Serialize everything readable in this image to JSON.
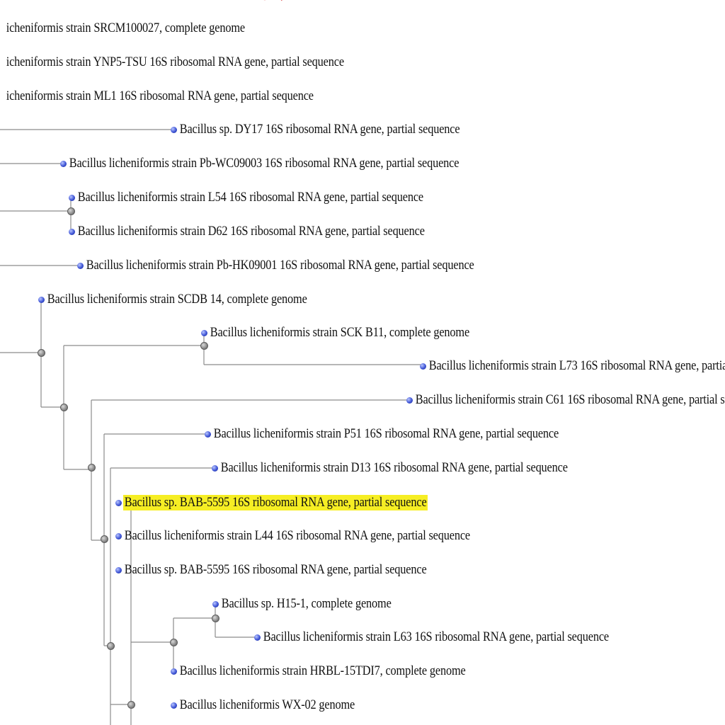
{
  "tree": {
    "line_color": "#8c8c8c",
    "highlight_color": "#f6ee24",
    "leaf_dot_color": "#3f55d6",
    "node_color": "#8a8a8a",
    "leaves": [
      {
        "id": "l0",
        "label": "icheniformis strain SRCM100027, complete genome",
        "cut": true
      },
      {
        "id": "l1",
        "label": "icheniformis strain YNP5-TSU 16S ribosomal RNA gene, partial sequence",
        "cut": true
      },
      {
        "id": "l2",
        "label": "icheniformis strain ML1 16S ribosomal RNA gene, partial sequence",
        "cut": true
      },
      {
        "id": "l3",
        "label": "Bacillus sp. DY17 16S ribosomal RNA gene, partial sequence"
      },
      {
        "id": "l4",
        "label": "Bacillus licheniformis strain Pb-WC09003 16S ribosomal RNA gene, partial sequence"
      },
      {
        "id": "l5",
        "label": "Bacillus licheniformis strain L54 16S ribosomal RNA gene, partial sequence"
      },
      {
        "id": "l6",
        "label": "Bacillus licheniformis strain D62 16S ribosomal RNA gene, partial sequence"
      },
      {
        "id": "l7",
        "label": "Bacillus licheniformis strain Pb-HK09001 16S ribosomal RNA gene, partial sequence"
      },
      {
        "id": "l8",
        "label": "Bacillus licheniformis strain SCDB 14, complete genome"
      },
      {
        "id": "l9",
        "label": "Bacillus licheniformis strain SCK B11, complete genome"
      },
      {
        "id": "l10",
        "label": "Bacillus licheniformis strain L73 16S ribosomal RNA gene, partial"
      },
      {
        "id": "l11",
        "label": "Bacillus licheniformis strain C61 16S ribosomal RNA gene, partial se"
      },
      {
        "id": "l12",
        "label": "Bacillus licheniformis strain P51 16S ribosomal RNA gene, partial sequence"
      },
      {
        "id": "l13",
        "label": "Bacillus licheniformis strain D13 16S ribosomal RNA gene, partial sequence"
      },
      {
        "id": "l14",
        "label": "Bacillus sp. BAB-5595 16S ribosomal RNA gene, partial sequence",
        "highlight": true
      },
      {
        "id": "l15",
        "label": "Bacillus licheniformis strain L44 16S ribosomal RNA gene, partial sequence"
      },
      {
        "id": "l16",
        "label": "Bacillus sp. BAB-5595 16S ribosomal RNA gene, partial sequence"
      },
      {
        "id": "l17",
        "label": "Bacillus sp. H15-1, complete genome"
      },
      {
        "id": "l18",
        "label": "Bacillus licheniformis strain L63 16S ribosomal RNA gene, partial sequence"
      },
      {
        "id": "l19",
        "label": "Bacillus licheniformis strain HRBL-15TDI7, complete genome"
      },
      {
        "id": "l20",
        "label": "Bacillus licheniformis WX-02 genome"
      }
    ]
  }
}
